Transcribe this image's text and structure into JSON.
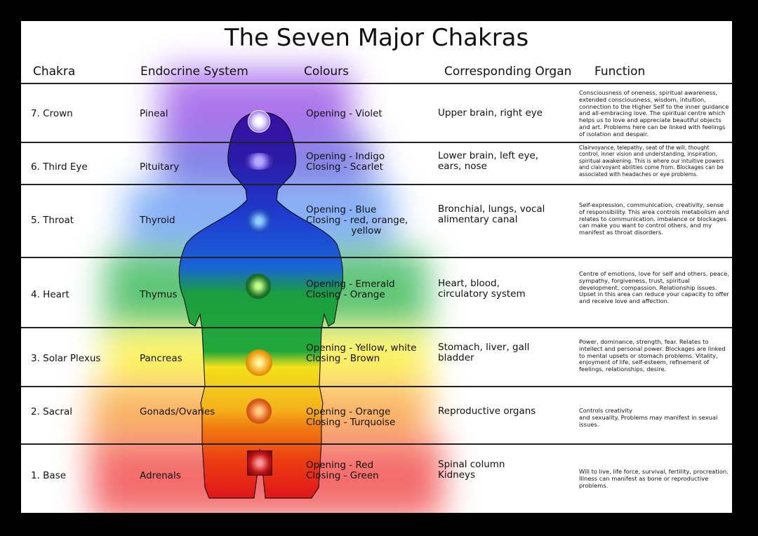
{
  "title": "The Seven Major Chakras",
  "headers": {
    "chakra": "Chakra",
    "endocrine": "Endocrine System",
    "colours": "Colours",
    "organ": "Corresponding Organ",
    "function": "Function"
  },
  "rows": [
    {
      "chakra": "7. Crown",
      "endocrine": "Pineal",
      "colours": "Opening - Violet",
      "organ": "Upper brain, right eye",
      "function": "Consciousness of oneness, spiritual awareness, extended consciousness, wisdom, intuition, connection to the Higher Self to the inner guidance and all-embracing love. The spiritual centre which helps us to love and appreciate beautiful objects and art. Problems here can be linked with feelings of isolation and despair.",
      "color": "#8a3fd8"
    },
    {
      "chakra": "6. Third Eye",
      "endocrine": "Pituitary",
      "colours": "Opening - Indigo\nClosing - Scarlet",
      "organ": "Lower brain, left eye,\nears, nose",
      "function": "Clairvoyance, telepathy, seat of the will, thought control, inner vision and understanding, inspiration, spiritual awakening. This is where our intuitive powers and clairvoyant abilities come from. Blockages can be associated with headaches or eye problems.",
      "color": "#3a2ad0"
    },
    {
      "chakra": "5. Throat",
      "endocrine": "Thyroid",
      "colours": "Opening - Blue\nClosing - red, orange,\n               yellow",
      "organ": "Bronchial, lungs, vocal\nalimentary canal",
      "function": "Self-expression, communication, creativity, sense of responsibility. This area controls metabolism and relates to communication. imbalance or blockages can make you want to control others, and my manifest as throat disorders.",
      "color": "#2a6ae8"
    },
    {
      "chakra": "4. Heart",
      "endocrine": "Thymus",
      "colours": "Opening - Emerald\nClosing - Orange",
      "organ": "Heart, blood,\ncirculatory system",
      "function": "Centre of emotions, love for self and others, peace, sympathy, forgiveness, trust, spiritual development, compassion. Relationship issues. Upset in this area can reduce your capacity to offer and receive love and affection.",
      "color": "#1fa23a"
    },
    {
      "chakra": "3. Solar Plexus",
      "endocrine": "Pancreas",
      "colours": "Opening - Yellow, white\nClosing - Brown",
      "organ": "Stomach, liver, gall\nbladder",
      "function": "Power, dominance, strength, fear. Relates to intellect and personal power. Blockages are linked to mental upsets or stomach problems. Vitality, enjoyment of life, self-esteem, refinement of feelings, relationships, desire.",
      "color": "#f5e21a"
    },
    {
      "chakra": "2. Sacral",
      "endocrine": "Gonads/Ovaries",
      "colours": "Opening - Orange\nClosing - Turquoise",
      "organ": "Reproductive organs",
      "function": "Controls creativity\nand sexuality. Problems may manifest in sexual issues.",
      "color": "#f58a12"
    },
    {
      "chakra": "1. Base",
      "endocrine": "Adrenals",
      "colours": "Opening - Red\nClosing - Green",
      "organ": "Spinal column\nKidneys",
      "function": "Will to live, life force, survival, fertility, procreation. Illness can manifest as bone or reproductive problems.",
      "color": "#e81a1a"
    }
  ]
}
